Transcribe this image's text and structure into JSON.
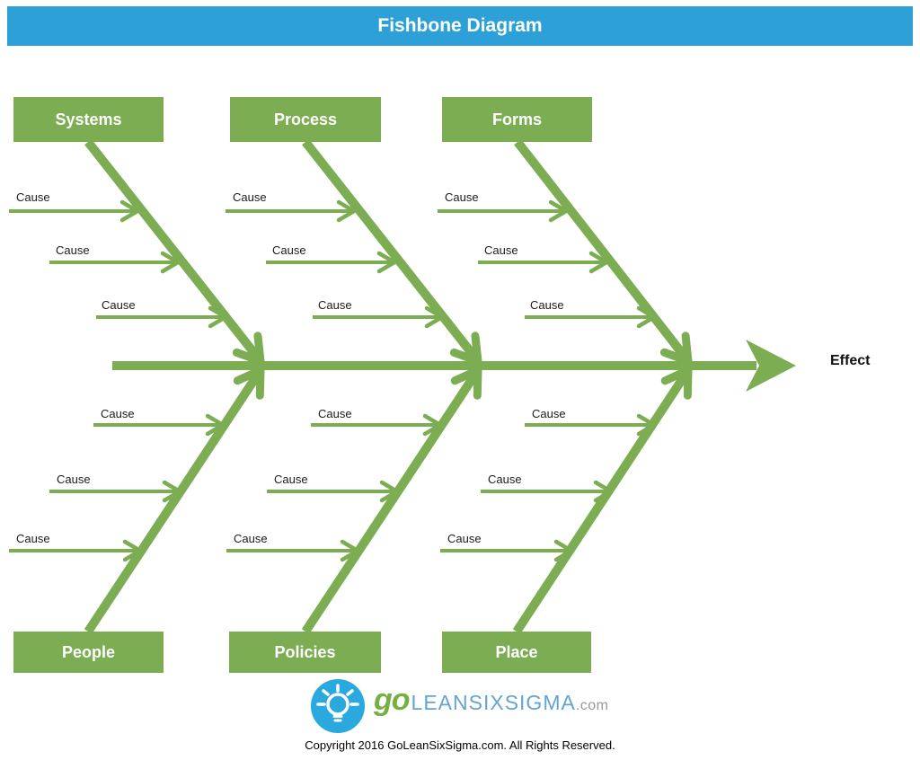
{
  "header": {
    "title": "Fishbone Diagram",
    "bg_color": "#2da1d7"
  },
  "diagram": {
    "type": "fishbone",
    "cause_label": "Cause",
    "effect_label": "Effect",
    "causes_per_branch": 3,
    "branches": [
      {
        "label": "Systems",
        "position": "top"
      },
      {
        "label": "Process",
        "position": "top"
      },
      {
        "label": "Forms",
        "position": "top"
      },
      {
        "label": "People",
        "position": "bottom"
      },
      {
        "label": "Policies",
        "position": "bottom"
      },
      {
        "label": "Place",
        "position": "bottom"
      }
    ],
    "colors": {
      "green": "#7cad53",
      "label_text": "#1c1c1c"
    }
  },
  "footer": {
    "logo": {
      "icon": "lightbulb-icon",
      "icon_bg": "#29a9de",
      "word_go": "go",
      "word_main": "LEANSIXSIGMA",
      "word_tld": ".com"
    },
    "copyright": "Copyright 2016 GoLeanSixSigma.com. All Rights Reserved."
  }
}
